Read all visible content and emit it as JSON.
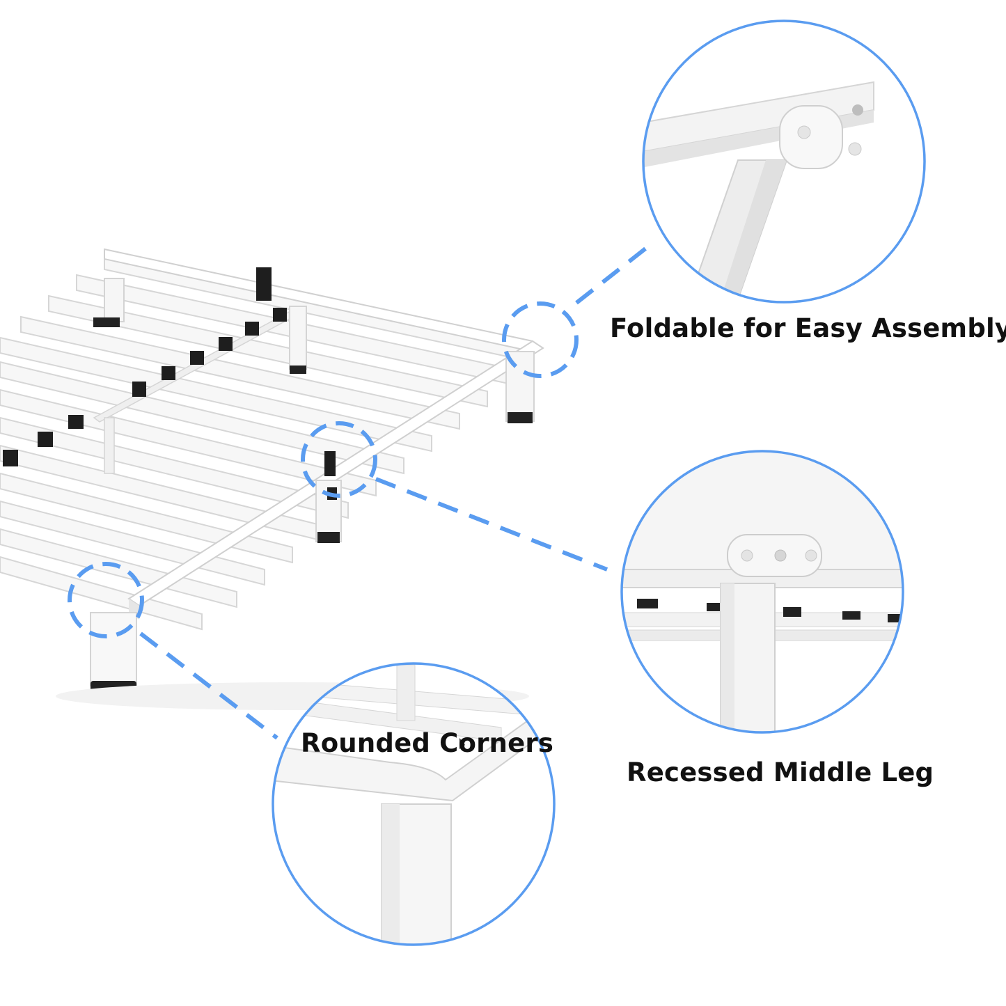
{
  "features": {
    "foldable": {
      "label": "Foldable for Easy Assembly"
    },
    "recessed_leg": {
      "label": "Recessed Middle Leg"
    },
    "rounded_corners": {
      "label": "Rounded Corners"
    }
  },
  "colors": {
    "accent": "#5a9cf0",
    "frame_white": "#f4f4f4",
    "frame_shadow": "#d9d9d9",
    "foot_black": "#222222"
  },
  "icons": [
    "bed-frame-illustration",
    "hinge-closeup",
    "middle-leg-closeup",
    "corner-closeup"
  ]
}
